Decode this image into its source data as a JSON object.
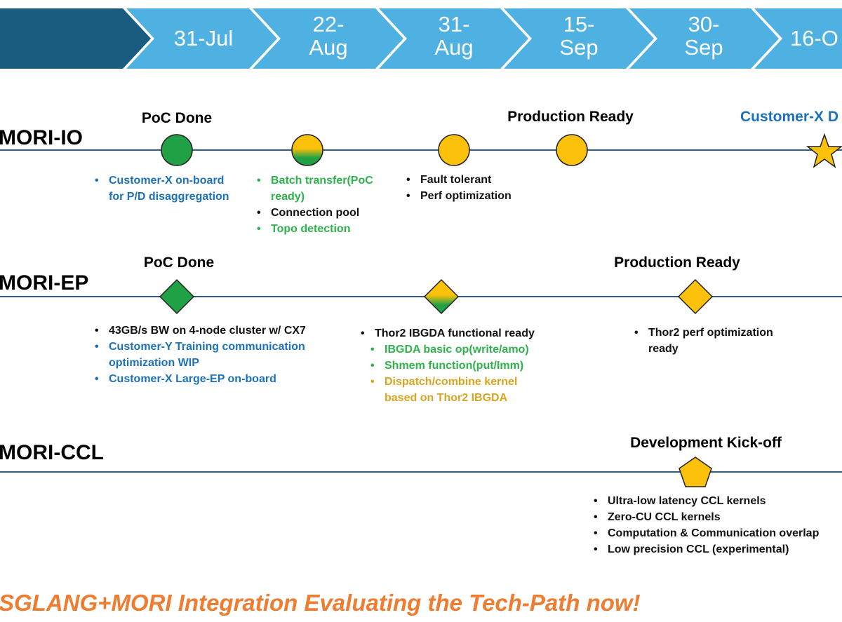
{
  "header": {
    "dates": [
      "31-Jul",
      "22-\nAug",
      "31-\nAug",
      "15-\nSep",
      "30-\nSep",
      "16-O"
    ],
    "colors": {
      "dark": "#1a5b80",
      "light": "#4fb1e1"
    }
  },
  "tracks": {
    "io": {
      "label": "MORI-IO",
      "milestones": {
        "poc": "PoC Done",
        "prod": "Production Ready",
        "customer": "Customer-X D"
      },
      "notes1": [
        {
          "text": "Customer-X on-board\nfor P/D disaggregation",
          "color": "blue"
        }
      ],
      "notes2": [
        {
          "text": "Batch transfer(PoC\nready)",
          "color": "green"
        },
        {
          "text": "Connection pool",
          "color": "black"
        },
        {
          "text": "Topo detection",
          "color": "green"
        }
      ],
      "notes3": [
        {
          "text": "Fault tolerant",
          "color": "black"
        },
        {
          "text": "Perf optimization",
          "color": "black"
        }
      ]
    },
    "ep": {
      "label": "MORI-EP",
      "milestones": {
        "poc": "PoC Done",
        "prod": "Production Ready"
      },
      "notes1": [
        {
          "text": "43GB/s BW on 4-node cluster  w/ CX7",
          "color": "black"
        },
        {
          "text": "Customer-Y Training communication\noptimization WIP",
          "color": "blue"
        },
        {
          "text": "Customer-X Large-EP on-board",
          "color": "blue"
        }
      ],
      "notes2": [
        {
          "text": "Thor2 IBGDA functional ready",
          "color": "black"
        },
        {
          "text": "IBGDA basic op(write/amo)",
          "color": "green",
          "sub": true
        },
        {
          "text": "Shmem function(put/Imm)",
          "color": "green",
          "sub": true
        },
        {
          "text": "Dispatch/combine kernel\nbased on Thor2 IBGDA",
          "color": "gold",
          "sub": true
        }
      ],
      "notes3": [
        {
          "text": "Thor2 perf optimization\nready",
          "color": "black"
        }
      ]
    },
    "ccl": {
      "label": "MORI-CCL",
      "milestones": {
        "kickoff": "Development Kick-off"
      },
      "notes1": [
        {
          "text": "Ultra-low latency CCL kernels",
          "color": "black"
        },
        {
          "text": "Zero-CU CCL kernels",
          "color": "black"
        },
        {
          "text": "Computation & Communication overlap",
          "color": "black"
        },
        {
          "text": "Low precision CCL (experimental)",
          "color": "black"
        }
      ]
    }
  },
  "footer": "SGLANG+MORI Integration Evaluating the Tech-Path now!",
  "colors": {
    "green": "#21a145",
    "yellow": "#fcc10a",
    "line": "#2f5d85",
    "blue_text": "#1c72b8",
    "green_text": "#2db34a",
    "gold_text": "#d9a521",
    "orange": "#ee7d31"
  },
  "markers": {
    "io": [
      "green-circle",
      "gradient-circle",
      "yellow-circle",
      "yellow-circle",
      "yellow-star"
    ],
    "ep": [
      "green-diamond",
      "gradient-diamond",
      "yellow-diamond"
    ],
    "ccl": [
      "yellow-pentagon"
    ]
  }
}
